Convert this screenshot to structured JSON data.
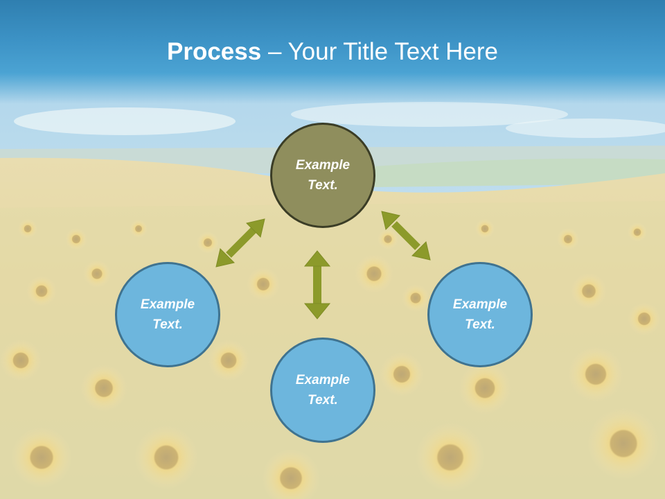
{
  "slide": {
    "title_bold": "Process",
    "title_rest": " – Your Title Text Here"
  },
  "diagram": {
    "center_node": "Example Text.",
    "left_node": "Example Text.",
    "right_node": "Example Text.",
    "bottom_node": "Example Text."
  },
  "colors": {
    "title_bar": "#3d93c6",
    "center_node_fill": "#8f8e5d",
    "outer_node_fill": "#6db6dd",
    "arrow": "#8c9a2a"
  },
  "background": "sunflower-field-image"
}
